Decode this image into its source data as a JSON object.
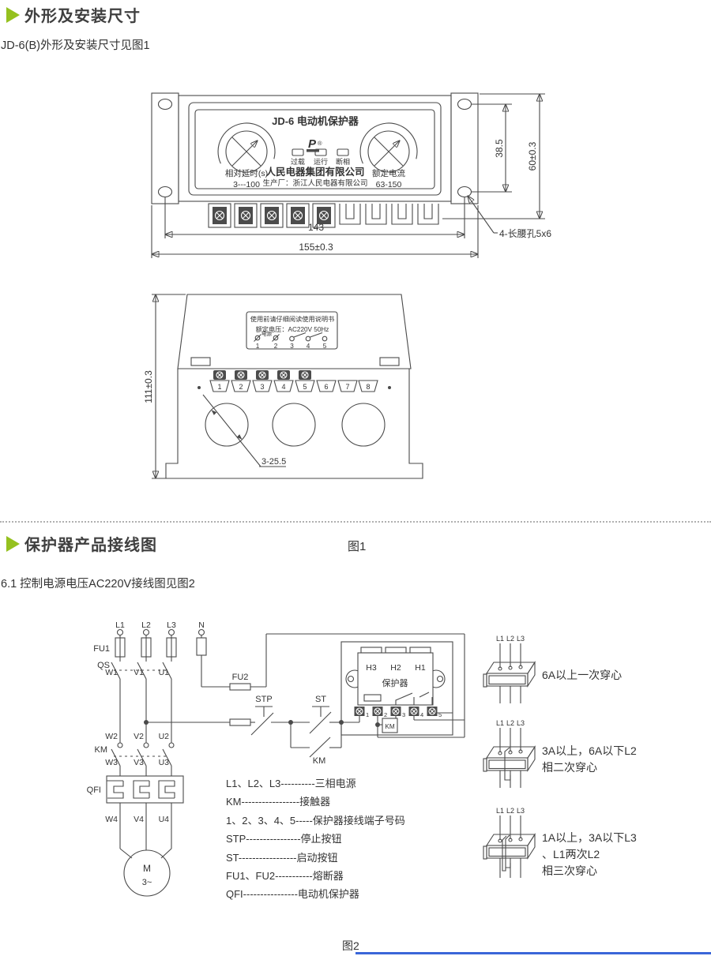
{
  "colors": {
    "accent_green": "#95c11f",
    "line_gray": "#4a4a4a",
    "footer_blue": "#3a66d9"
  },
  "sections": {
    "s1_title": "外形及安装尺寸",
    "s1_sub": "JD-6(B)外形及安装尺寸见图1",
    "s2_title": "保护器产品接线图",
    "fig1_caption": "图1",
    "s2_sub": "6.1 控制电源电压AC220V接线图见图2",
    "fig2_caption": "图2"
  },
  "front_view": {
    "panel_title": "JD-6 电动机保护器",
    "logo": "P",
    "logo_r": "®",
    "leds": [
      "过载",
      "运行",
      "断相"
    ],
    "company": "人民电器集团有限公司",
    "maker": "生产厂：浙江人民电器有限公司",
    "knob_left_line1": "相对延时(s)",
    "knob_left_line2": "3---100",
    "knob_right_line1": "额定电流",
    "knob_right_line2": "63-150",
    "dim_holes_h": "143",
    "dim_width": "155±0.3",
    "dim_holes_v": "38.5",
    "dim_height": "60±0.3",
    "slot_note": "4-长腰孔5x6"
  },
  "bottom_view": {
    "note1": "使用前请仔细阅读使用说明书",
    "note2": "额定电压：AC220V 50Hz",
    "power": "电源",
    "mini_terms": [
      "1",
      "2",
      "3",
      "4",
      "5"
    ],
    "terms": [
      "1",
      "2",
      "3",
      "4",
      "5",
      "6",
      "7",
      "8"
    ],
    "dim_height": "111±0.3",
    "dim_holes": "3-25.5"
  },
  "circuit": {
    "l1": "L1",
    "l2": "L2",
    "l3": "L3",
    "n": "N",
    "fu1": "FU1",
    "fu2": "FU2",
    "qs": "QS",
    "stp": "STP",
    "st": "ST",
    "km": "KM",
    "kmcoil": "KM",
    "qfi": "QFI",
    "w1": "W1",
    "v1": "V1",
    "u1": "U1",
    "w2": "W2",
    "v2": "V2",
    "u2": "U2",
    "w3": "W3",
    "v3": "V3",
    "u3": "U3",
    "w4": "W4",
    "v4": "V4",
    "u4": "U4",
    "m": "M",
    "ph": "3~",
    "h3": "H3",
    "h2": "H2",
    "h1": "H1",
    "prot": "保护器",
    "pterms": [
      "1",
      "2",
      "3",
      "4",
      "5"
    ]
  },
  "legend": [
    "L1、L2、L3----------三相电源",
    "KM-----------------接触器",
    "1、2、3、4、5-----保护器接线端子号码",
    "STP----------------停止按钮",
    "ST-----------------启动按钮",
    "FU1、FU2-----------熔断器",
    "QFI----------------电动机保护器"
  ],
  "ct": {
    "u1": {
      "l": [
        "L1",
        "L2",
        "L3"
      ],
      "cap": [
        "6A以上一次穿心"
      ]
    },
    "u2": {
      "l": [
        "L1",
        "L2",
        "L3"
      ],
      "cap": [
        "3A以上，6A以下L2",
        "相二次穿心"
      ]
    },
    "u3": {
      "l": [
        "L1",
        "L2",
        "L3"
      ],
      "cap": [
        "1A以上，3A以下L3",
        "、L1两次L2",
        "相三次穿心"
      ]
    }
  }
}
